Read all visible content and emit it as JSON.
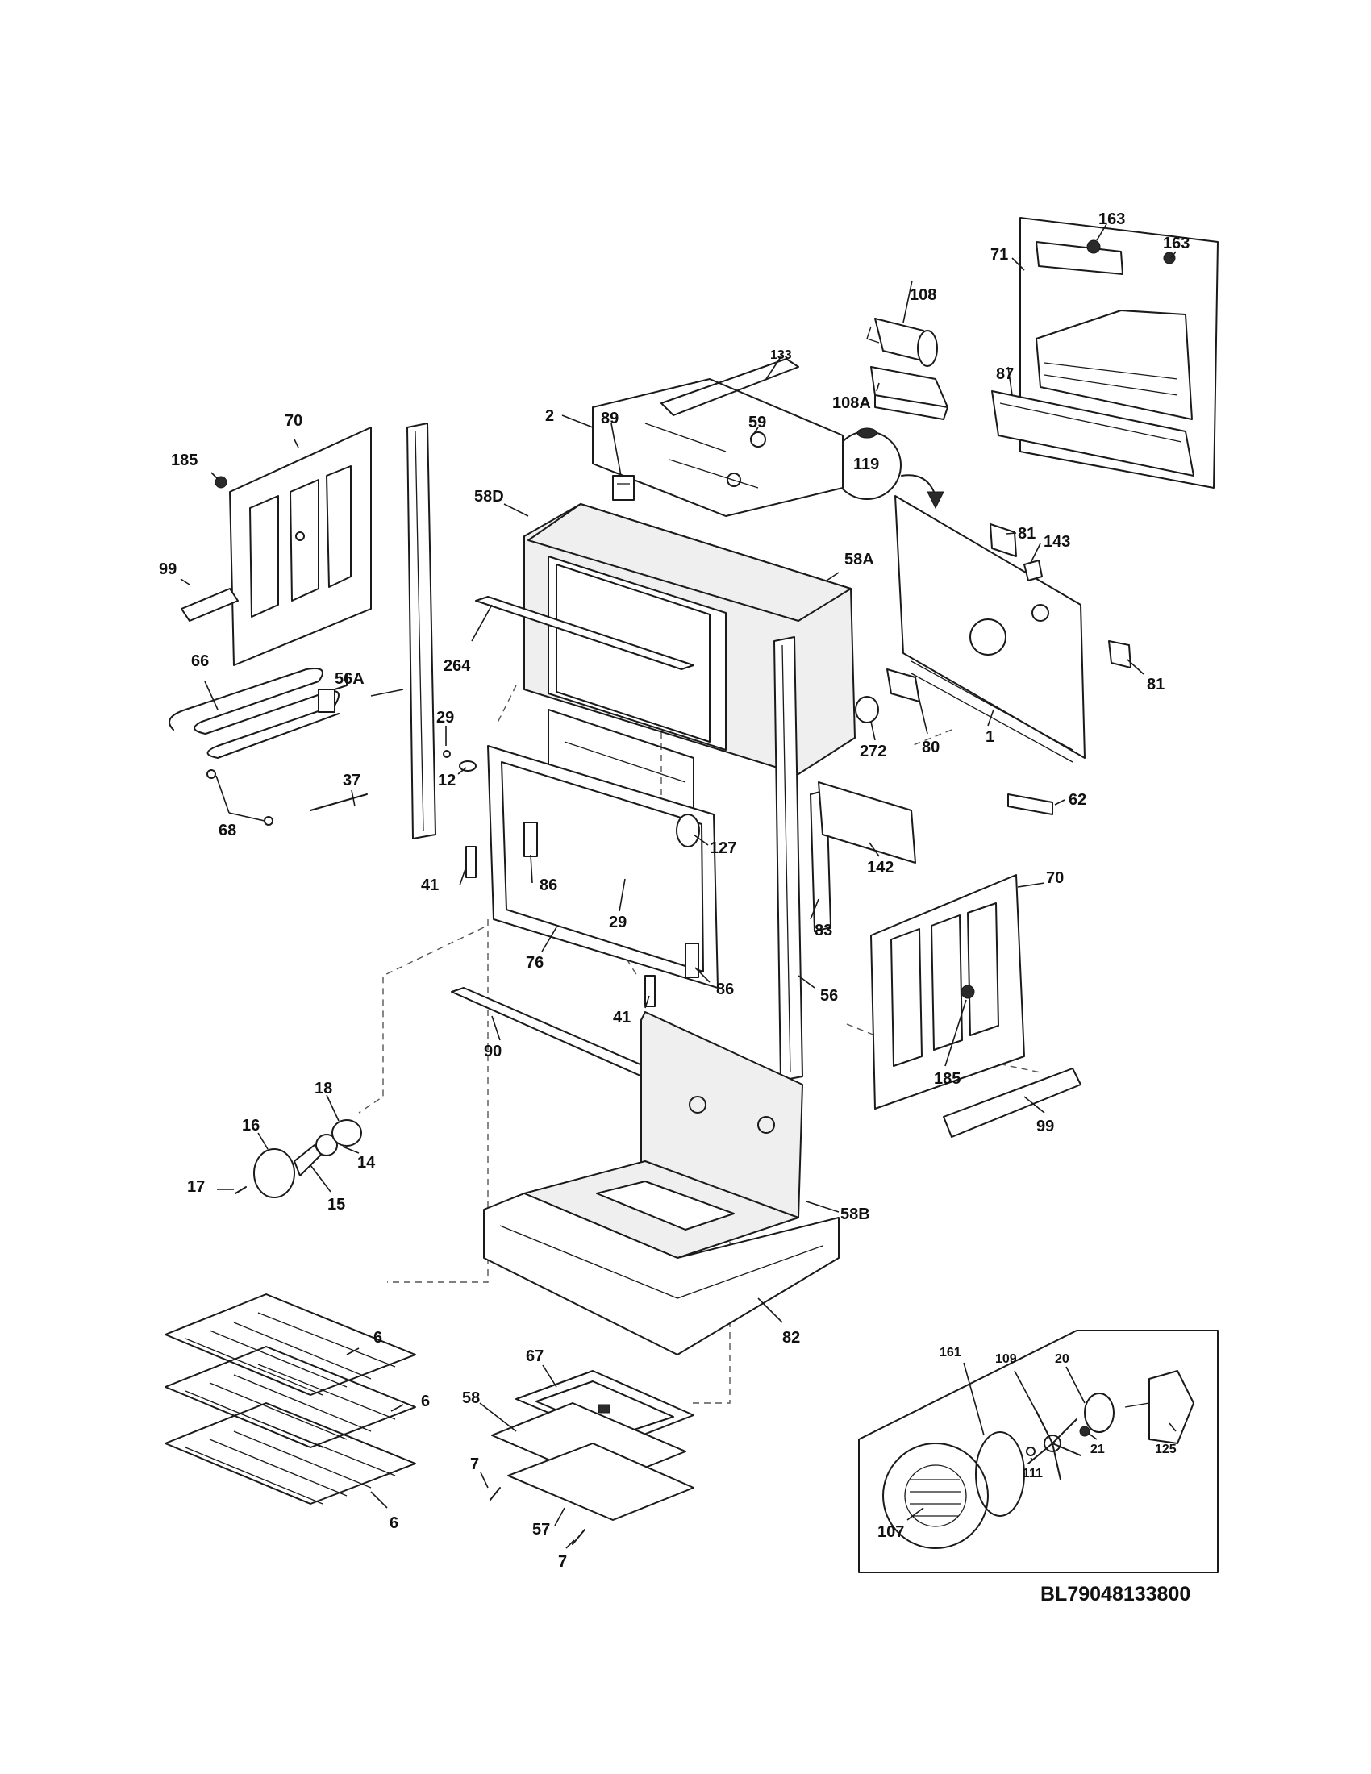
{
  "diagram_code": "BL79048133800",
  "callouts": {
    "c163a": "163",
    "c163b": "163",
    "c71": "71",
    "c108": "108",
    "c87": "87",
    "c133": "133",
    "c108A": "108A",
    "c89": "89",
    "c2": "2",
    "c59": "59",
    "c119": "119",
    "c70a": "70",
    "c185a": "185",
    "c58D": "58D",
    "c99a": "99",
    "c81a": "81",
    "c143": "143",
    "c58A": "58A",
    "c264": "264",
    "c66": "66",
    "c56A": "56A",
    "c81b": "81",
    "c29a": "29",
    "c272": "272",
    "c80": "80",
    "c1": "1",
    "c12": "12",
    "c37": "37",
    "c68": "68",
    "c62": "62",
    "c127": "127",
    "c142": "142",
    "c41a": "41",
    "c86a": "86",
    "c70b": "70",
    "c29b": "29",
    "c83": "83",
    "c76": "76",
    "c86b": "86",
    "c56": "56",
    "c41b": "41",
    "c90": "90",
    "c185b": "185",
    "c99b": "99",
    "c18": "18",
    "c16": "16",
    "c14": "14",
    "c17": "17",
    "c15": "15",
    "c58B": "58B",
    "c82": "82",
    "c6a": "6",
    "c6b": "6",
    "c6c": "6",
    "c67": "67",
    "c58": "58",
    "c7a": "7",
    "c57": "57",
    "c7b": "7",
    "c20": "20",
    "c109": "109",
    "c161": "161",
    "c21": "21",
    "c125": "125",
    "c111": "111",
    "c107": "107"
  }
}
